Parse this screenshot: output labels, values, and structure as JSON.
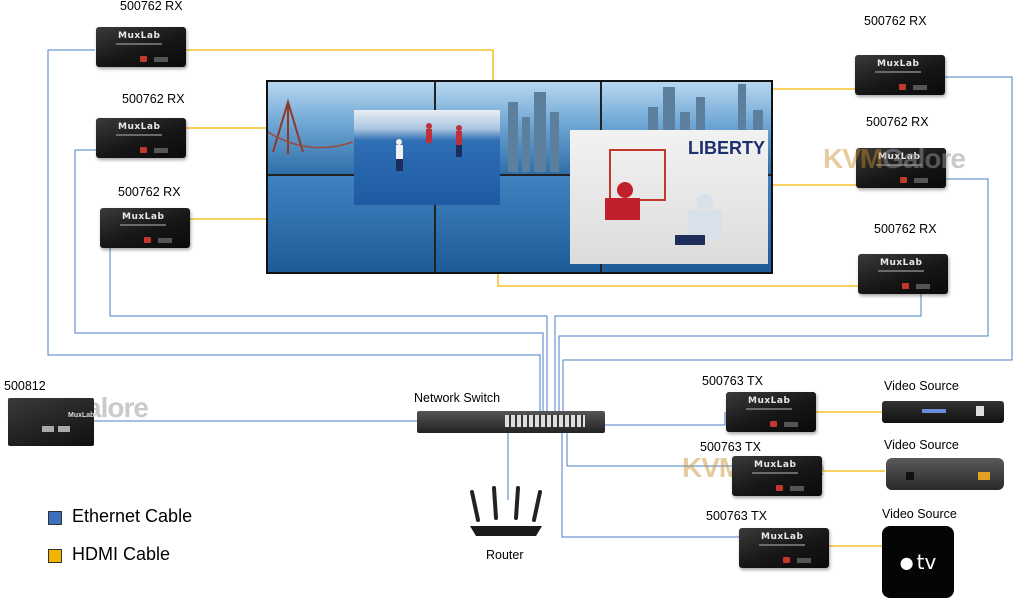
{
  "receivers": [
    {
      "label": "500762 RX"
    },
    {
      "label": "500762 RX"
    },
    {
      "label": "500762 RX"
    },
    {
      "label": "500762 RX"
    },
    {
      "label": "500762 RX"
    },
    {
      "label": "500762 RX"
    }
  ],
  "transmitters": [
    {
      "label": "500763 TX"
    },
    {
      "label": "500763 TX"
    },
    {
      "label": "500763 TX"
    }
  ],
  "sources": [
    {
      "label": "Video Source"
    },
    {
      "label": "Video Source"
    },
    {
      "label": "Video Source"
    }
  ],
  "controller": {
    "label": "500812"
  },
  "switch": {
    "label": "Network Switch"
  },
  "router": {
    "label": "Router"
  },
  "device_brand": "MuxLab",
  "video_wall": {
    "sign_text": "LIBERTY"
  },
  "watermark": {
    "part1": "KVM",
    "part2": "Galore"
  },
  "legend": [
    {
      "label": "Ethernet Cable",
      "color": "#3d6fbf"
    },
    {
      "label": "HDMI Cable",
      "color": "#f2b400"
    }
  ],
  "apple_tv_label": "tv",
  "colors": {
    "ethernet": "#4a7fc8",
    "hdmi": "#f2b400"
  }
}
